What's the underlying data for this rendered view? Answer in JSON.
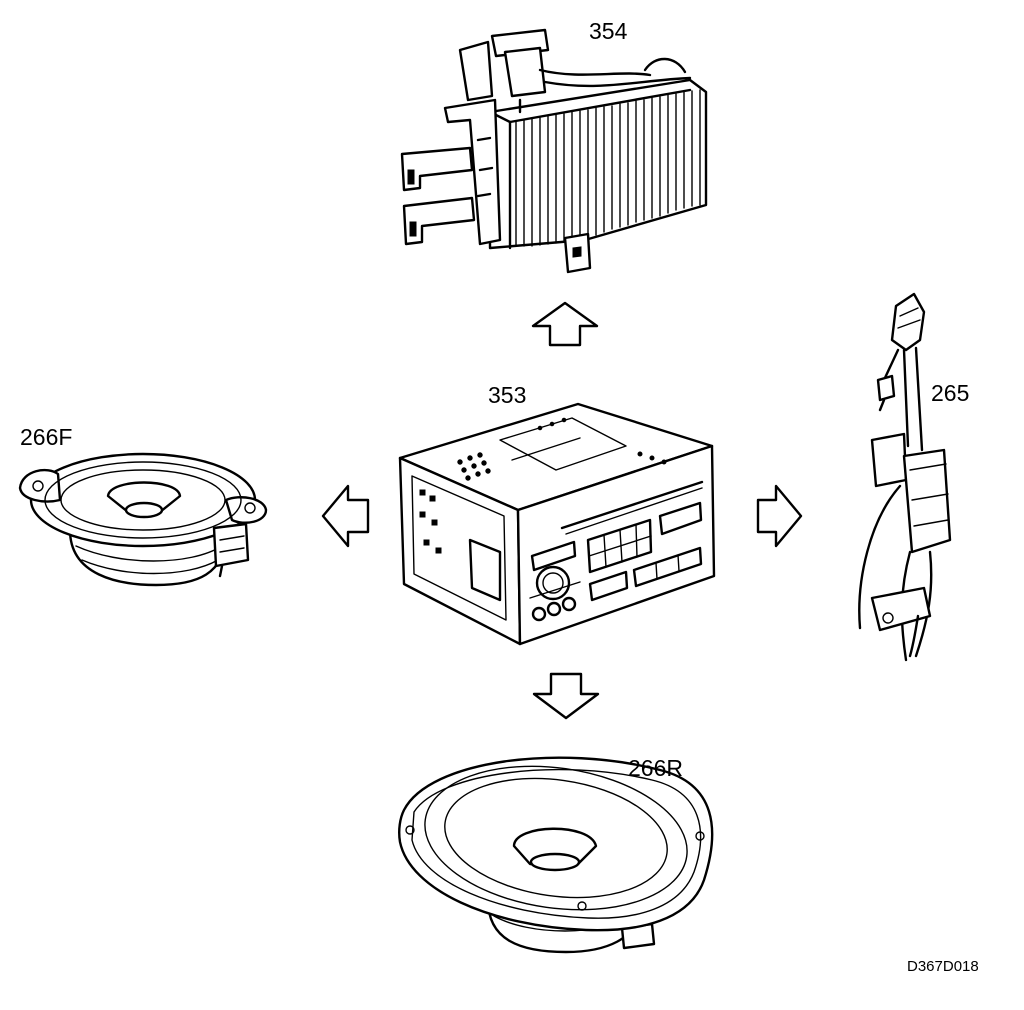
{
  "labels": {
    "amplifier": "354",
    "radio_unit": "353",
    "antenna": "265",
    "front_speaker": "266F",
    "rear_speaker": "266R"
  },
  "figure_code": "D367D018"
}
